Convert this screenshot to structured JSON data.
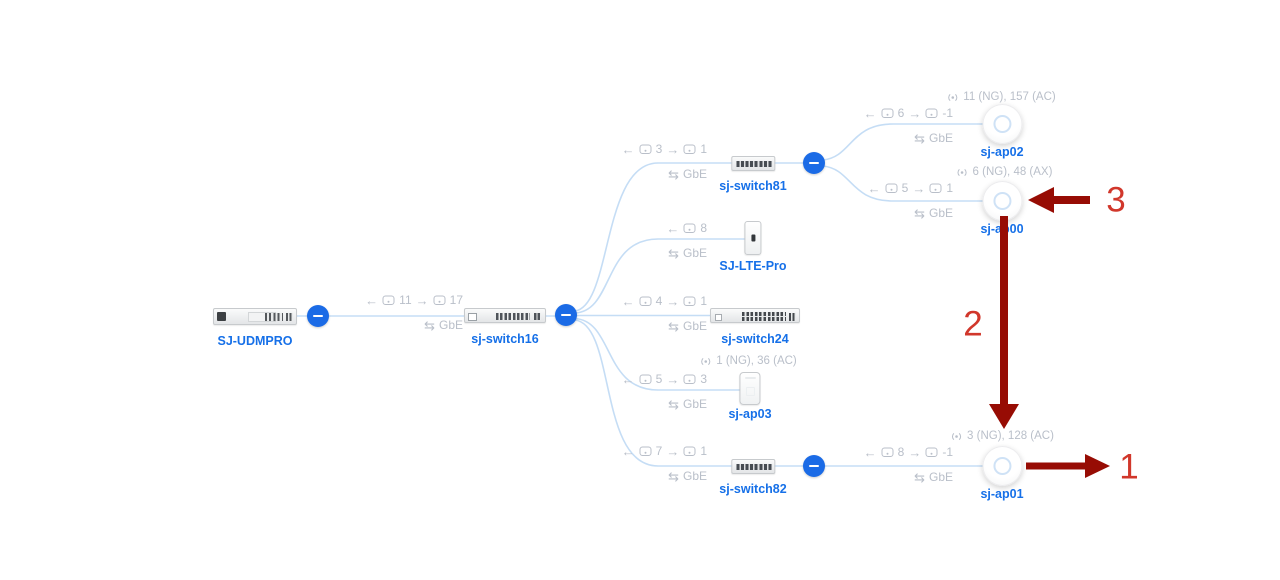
{
  "devices": {
    "udmpro": {
      "label": "SJ-UDMPRO"
    },
    "switch16": {
      "label": "sj-switch16"
    },
    "switch81": {
      "label": "sj-switch81"
    },
    "ltepro": {
      "label": "SJ-LTE-Pro"
    },
    "switch24": {
      "label": "sj-switch24"
    },
    "ap03": {
      "label": "sj-ap03",
      "wifi": "1 (NG), 36 (AC)"
    },
    "switch82": {
      "label": "sj-switch82"
    },
    "ap02": {
      "label": "sj-ap02",
      "wifi": "11 (NG), 157 (AC)"
    },
    "ap00": {
      "label": "sj-ap00",
      "wifi": "6 (NG), 48 (AX)"
    },
    "ap01": {
      "label": "sj-ap01",
      "wifi": "3 (NG), 128 (AC)"
    }
  },
  "links": {
    "udmpro_switch16": {
      "rx": "11",
      "tx": "17",
      "speed": "GbE"
    },
    "switch16_switch81": {
      "rx": "3",
      "tx": "1",
      "speed": "GbE"
    },
    "switch16_ltepro": {
      "rx": "8",
      "speed": "GbE"
    },
    "switch16_switch24": {
      "rx": "4",
      "tx": "1",
      "speed": "GbE"
    },
    "switch16_ap03": {
      "rx": "5",
      "tx": "3",
      "speed": "GbE"
    },
    "switch16_switch82": {
      "rx": "7",
      "tx": "1",
      "speed": "GbE"
    },
    "switch81_ap02": {
      "rx": "6",
      "tx": "-1",
      "speed": "GbE"
    },
    "switch81_ap00": {
      "rx": "5",
      "tx": "1",
      "speed": "GbE"
    },
    "switch82_ap01": {
      "rx": "8",
      "tx": "-1",
      "speed": "GbE"
    }
  },
  "icons": {
    "rx_arrow": "←",
    "tx_arrow": "→",
    "duplex": "⇆"
  },
  "annotations": {
    "one": "1",
    "two": "2",
    "three": "3"
  },
  "colors": {
    "accent_blue": "#1670e8",
    "link_line": "#c5ddf5",
    "muted_text": "#b9bfc9",
    "annotation_arrow": "#970c04",
    "annotation_number": "#d1372b"
  }
}
